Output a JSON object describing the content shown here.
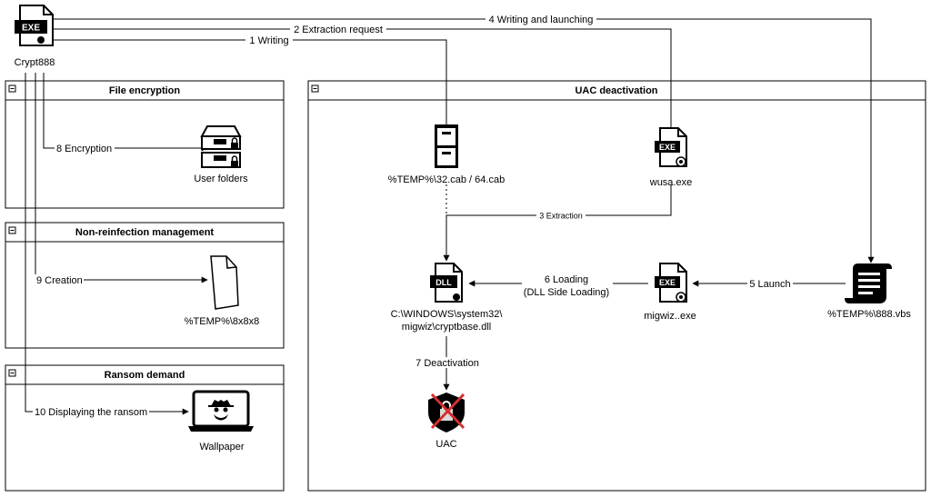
{
  "source": {
    "label": "Crypt888",
    "icon": "exe-file-icon",
    "badge": "EXE"
  },
  "pools": {
    "file_encryption": "File encryption",
    "non_reinfection": "Non-reinfection management",
    "ransom_demand": "Ransom demand",
    "uac_deactivation": "UAC deactivation",
    "collapse_symbol": "−"
  },
  "nodes": {
    "user_folders": {
      "label": "User folders",
      "icon": "folder-drawer-lock-icon"
    },
    "temp_8x8x8": {
      "label": "%TEMP%\\8x8x8",
      "icon": "blank-file-icon"
    },
    "wallpaper": {
      "label": "Wallpaper",
      "icon": "laptop-spy-icon"
    },
    "cab": {
      "label": "%TEMP%\\32.cab / 64.cab",
      "icon": "cabinet-archive-icon"
    },
    "wusa": {
      "label": "wusa.exe",
      "icon": "exe-certificate-icon",
      "badge": "EXE"
    },
    "dll": {
      "label_line1": "C:\\WINDOWS\\system32\\",
      "label_line2": "migwiz\\cryptbase.dll",
      "icon": "dll-file-icon",
      "badge": "DLL"
    },
    "migwiz": {
      "label": "migwiz..exe",
      "icon": "exe-certificate-icon",
      "badge": "EXE"
    },
    "vbs": {
      "label": "%TEMP%\\888.vbs",
      "icon": "script-scroll-icon"
    },
    "uac": {
      "label": "UAC",
      "icon": "shield-crossed-icon"
    }
  },
  "edges": {
    "e1": "1 Writing",
    "e2": "2 Extraction request",
    "e3": "3 Extraction",
    "e4": "4 Writing and launching",
    "e5": "5 Launch",
    "e6_line1": "6 Loading",
    "e6_line2": "(DLL Side Loading)",
    "e7": "7 Deactivation",
    "e8": "8 Encryption",
    "e9": "9 Creation",
    "e10": "10 Displaying the ransom"
  }
}
